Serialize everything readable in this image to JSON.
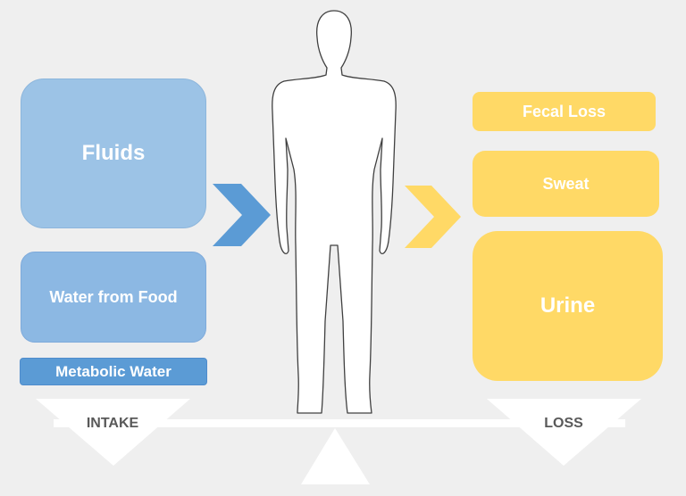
{
  "intake": {
    "label": "INTAKE",
    "items": [
      "Fluids",
      "Water from Food",
      "Metabolic Water"
    ]
  },
  "loss": {
    "label": "LOSS",
    "items": [
      "Fecal Loss",
      "Sweat",
      "Urine"
    ]
  },
  "colors": {
    "intake_light": "#9cc3e6",
    "intake_mid": "#8cb8e3",
    "intake_dark": "#5b9bd5",
    "loss": "#ffd966",
    "background": "#efefef",
    "balance": "#ffffff"
  },
  "icons": {
    "figure": "human-figure-icon",
    "intake_arrow": "chevron-right-icon",
    "loss_arrow": "chevron-right-icon"
  }
}
